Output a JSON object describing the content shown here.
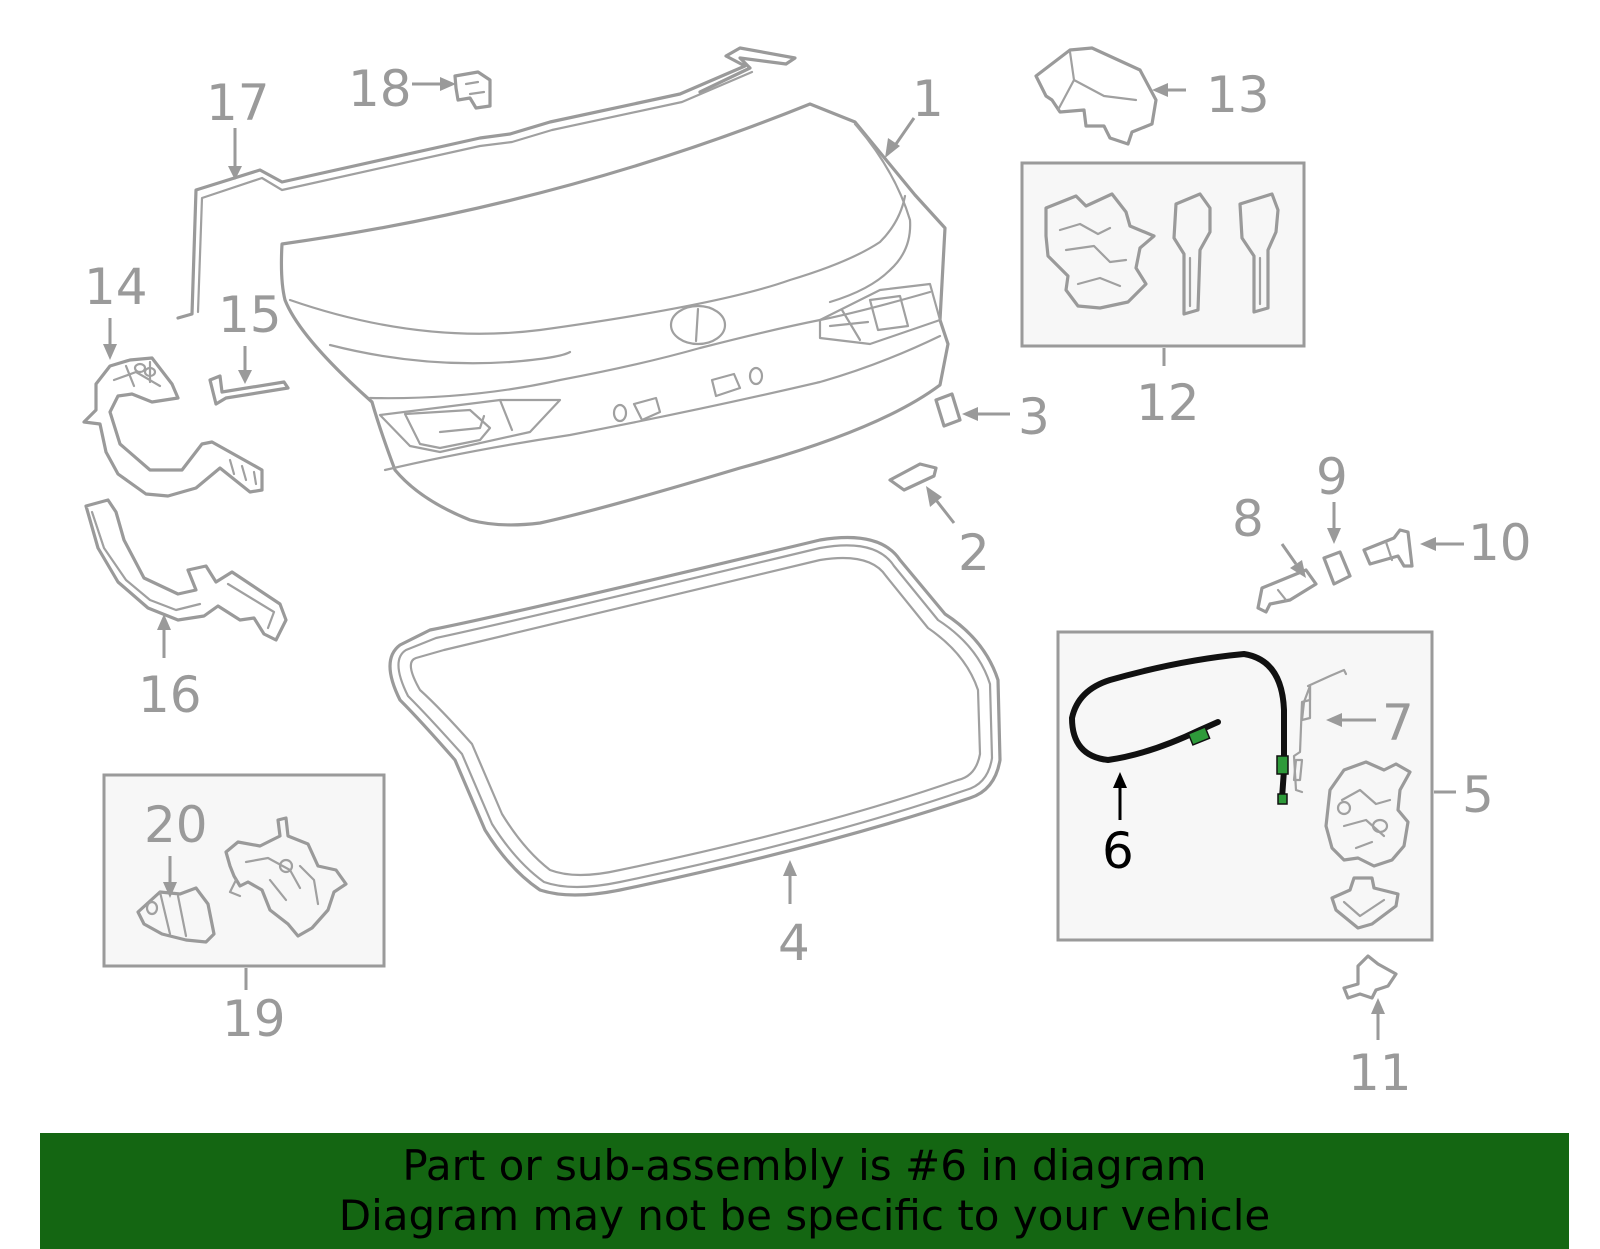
{
  "callouts": {
    "c1": "1",
    "c2": "2",
    "c3": "3",
    "c4": "4",
    "c5": "5",
    "c6": "6",
    "c7": "7",
    "c8": "8",
    "c9": "9",
    "c10": "10",
    "c11": "11",
    "c12": "12",
    "c13": "13",
    "c14": "14",
    "c15": "15",
    "c16": "16",
    "c17": "17",
    "c18": "18",
    "c19": "19",
    "c20": "20"
  },
  "highlighted_part": "6",
  "colors": {
    "line": "#9a9a9a",
    "highlight": "#000000",
    "banner_bg": "#146612"
  },
  "banner": {
    "line1": "Part or sub-assembly is #6 in diagram",
    "line2": "Diagram may not be specific to your vehicle"
  }
}
